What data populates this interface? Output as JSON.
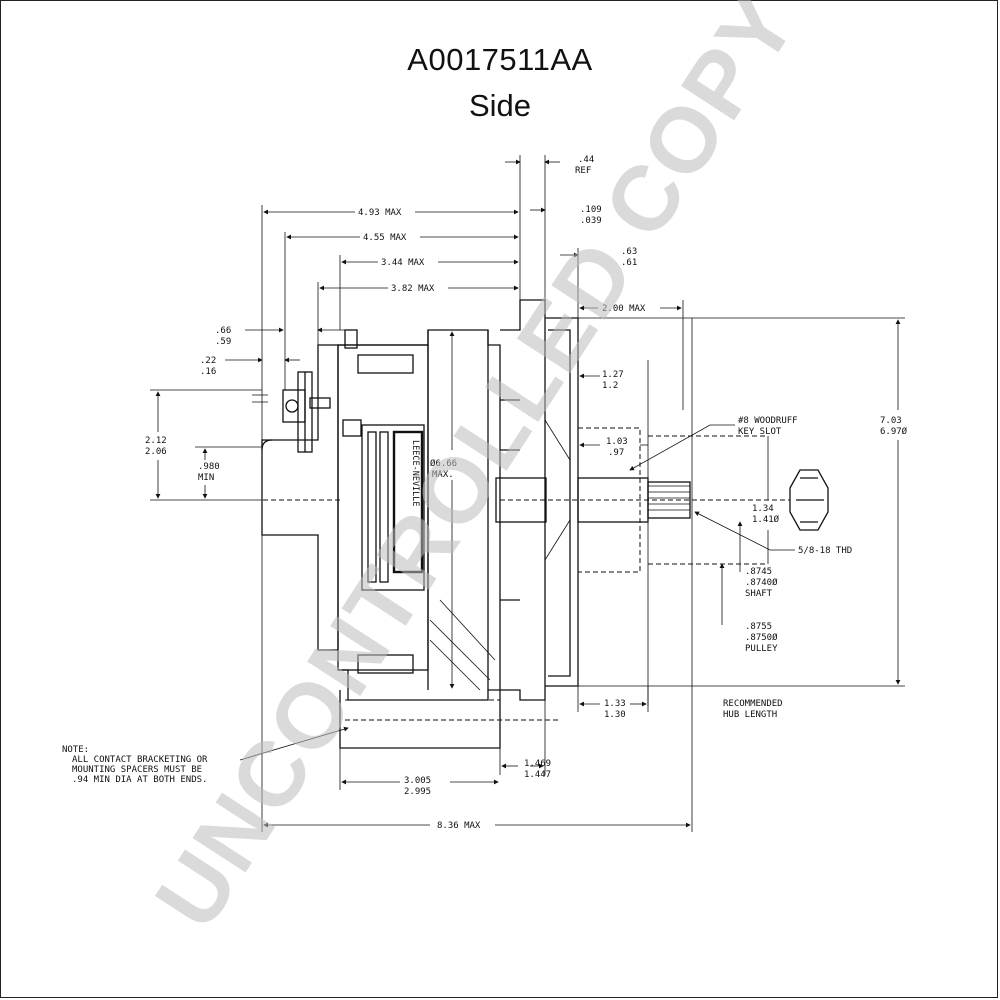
{
  "header": {
    "title": "A0017511AA",
    "subtitle": "Side"
  },
  "watermark": "UNCONTROLLED COPY",
  "dimensions": {
    "ref_44": [
      ".44",
      "REF"
    ],
    "d_109": [
      ".109",
      ".039"
    ],
    "d_493": "4.93 MAX",
    "d_455": "4.55 MAX",
    "d_344": "3.44 MAX",
    "d_382": "3.82 MAX",
    "d_63": [
      ".63",
      ".61"
    ],
    "d_200": "2.00 MAX",
    "d_66": [
      ".66",
      ".59"
    ],
    "d_22": [
      ".22",
      ".16"
    ],
    "d_212": [
      "2.12",
      "2.06"
    ],
    "d_980": [
      ".980",
      "MIN"
    ],
    "d_127": [
      "1.27",
      "1.2"
    ],
    "d_103": [
      "1.03",
      ".97"
    ],
    "d_703": [
      "7.03",
      "6.97Ø"
    ],
    "d_666": [
      "Ø6.66",
      "MAX."
    ],
    "keyslot": [
      "#8 WOODRUFF",
      "KEY SLOT"
    ],
    "d_134": [
      "1.34",
      "1.41Ø"
    ],
    "thread": "5/8-18 THD",
    "shaft": [
      ".8745",
      ".8740Ø",
      "SHAFT"
    ],
    "pulley": [
      ".8755",
      ".8750Ø",
      "PULLEY"
    ],
    "d_133": [
      "1.33",
      "1.30"
    ],
    "hub": [
      "RECOMMENDED",
      "HUB LENGTH"
    ],
    "d_1469": [
      "1.469",
      "1.447"
    ],
    "d_3005": [
      "3.005",
      "2.995"
    ],
    "d_836": "8.36 MAX"
  },
  "note": {
    "heading": "NOTE:",
    "lines": [
      "ALL CONTACT BRACKETING OR",
      "MOUNTING SPACERS MUST BE",
      ".94 MIN DIA AT BOTH ENDS."
    ]
  },
  "brand_label": "LEECE-NEVILLE"
}
